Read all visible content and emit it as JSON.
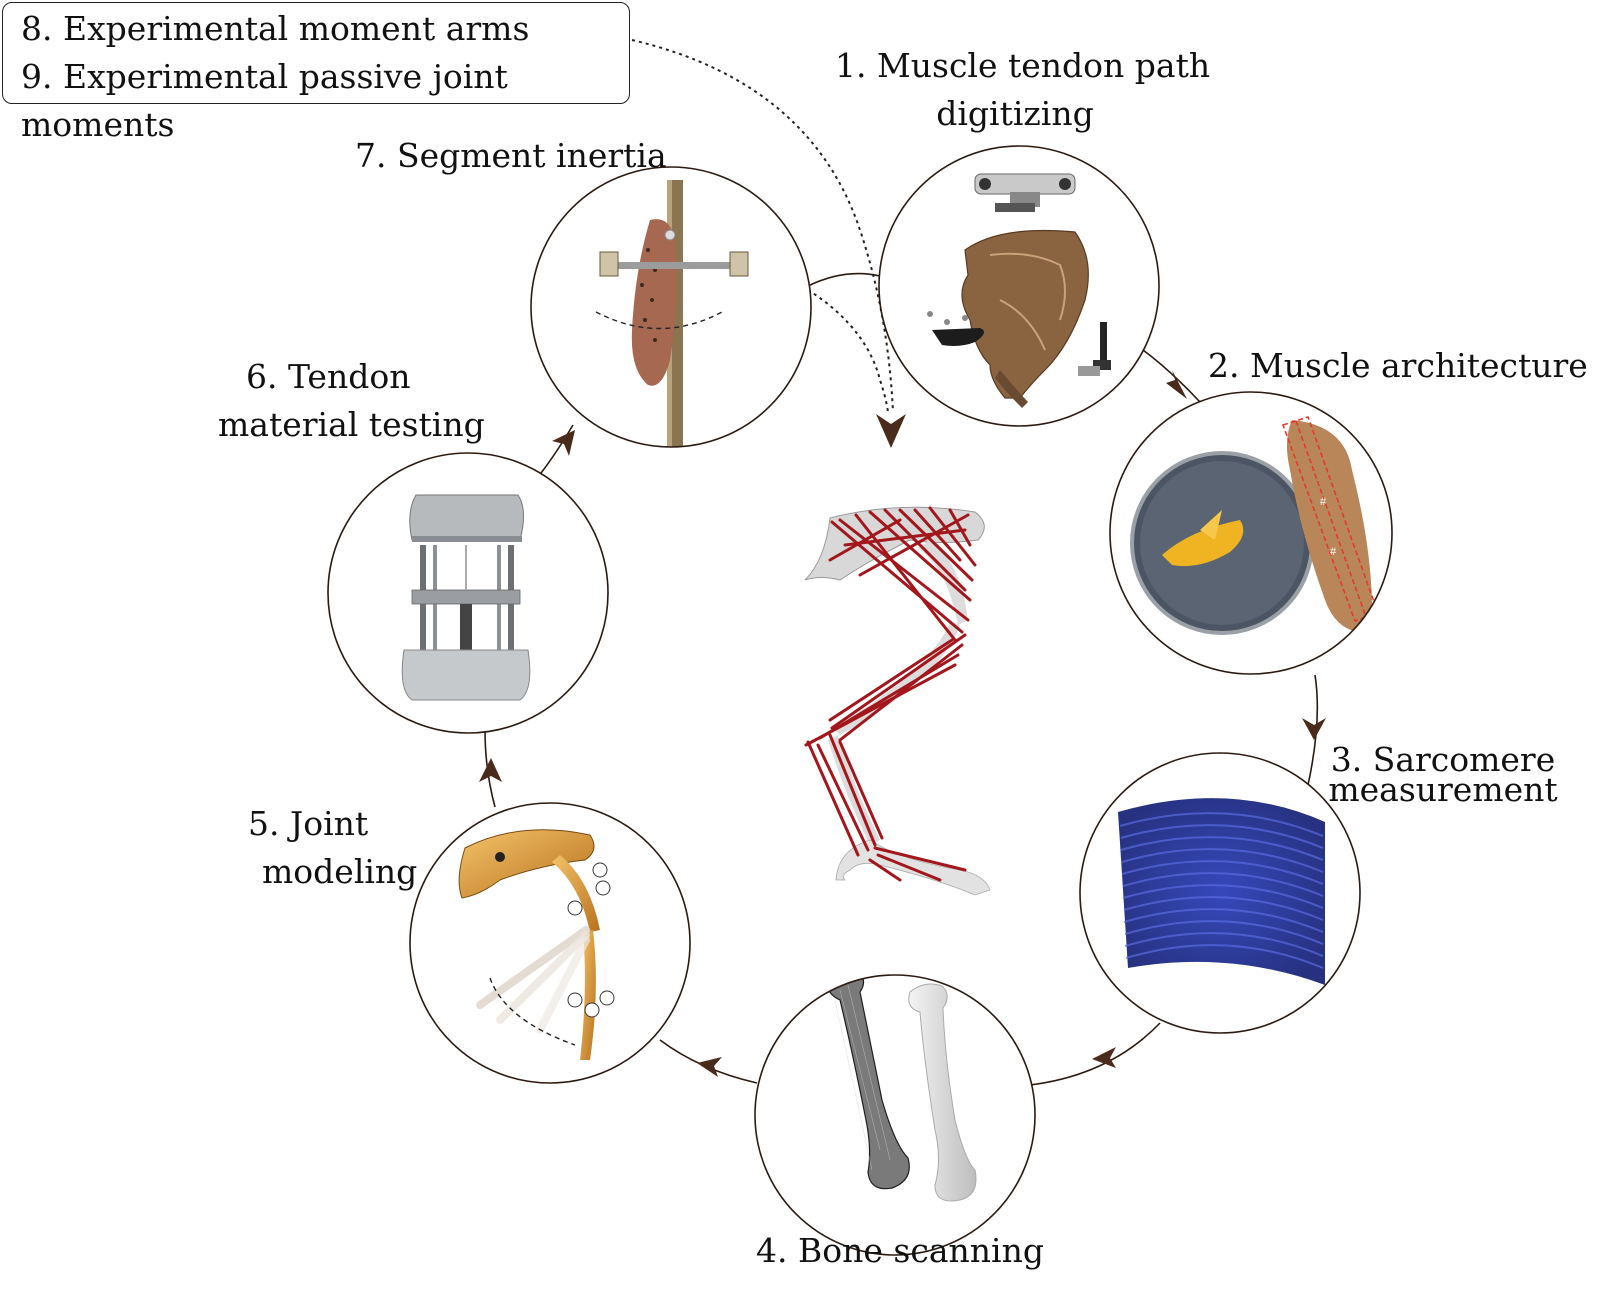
{
  "legend": {
    "lines": [
      "8. Experimental moment arms",
      "9. Experimental passive joint moments"
    ]
  },
  "steps": [
    {
      "id": "s1",
      "lines": [
        "1. Muscle tendon path",
        "digitizing"
      ],
      "icon": "digitizer-leg-photo-icon"
    },
    {
      "id": "s2",
      "lines": [
        "2. Muscle architecture"
      ],
      "icon": "petri-dish-muscle-photo-icon"
    },
    {
      "id": "s3",
      "lines": [
        "3. Sarcomere",
        "measurement"
      ],
      "icon": "sarcomere-striation-icon"
    },
    {
      "id": "s4",
      "lines": [
        "4. Bone scanning"
      ],
      "icon": "femur-scan-icon"
    },
    {
      "id": "s5",
      "lines": [
        "5. Joint",
        "modeling"
      ],
      "icon": "joint-model-icon"
    },
    {
      "id": "s6",
      "lines": [
        "6. Tendon",
        "material testing"
      ],
      "icon": "material-testing-machine-icon"
    },
    {
      "id": "s7",
      "lines": [
        "7. Segment inertia"
      ],
      "icon": "pendulum-segment-icon"
    }
  ],
  "center_model_icon": "musculoskeletal-leg-model-icon",
  "colors": {
    "ring": "#2b1a12",
    "arrowhead": "#4a2a1a",
    "muscle": "#a3171c",
    "bone": "#e2e2e2",
    "sarcomere": "#2a39a6",
    "tissue": "#b07a55",
    "gold_bone": "#d7922f"
  }
}
